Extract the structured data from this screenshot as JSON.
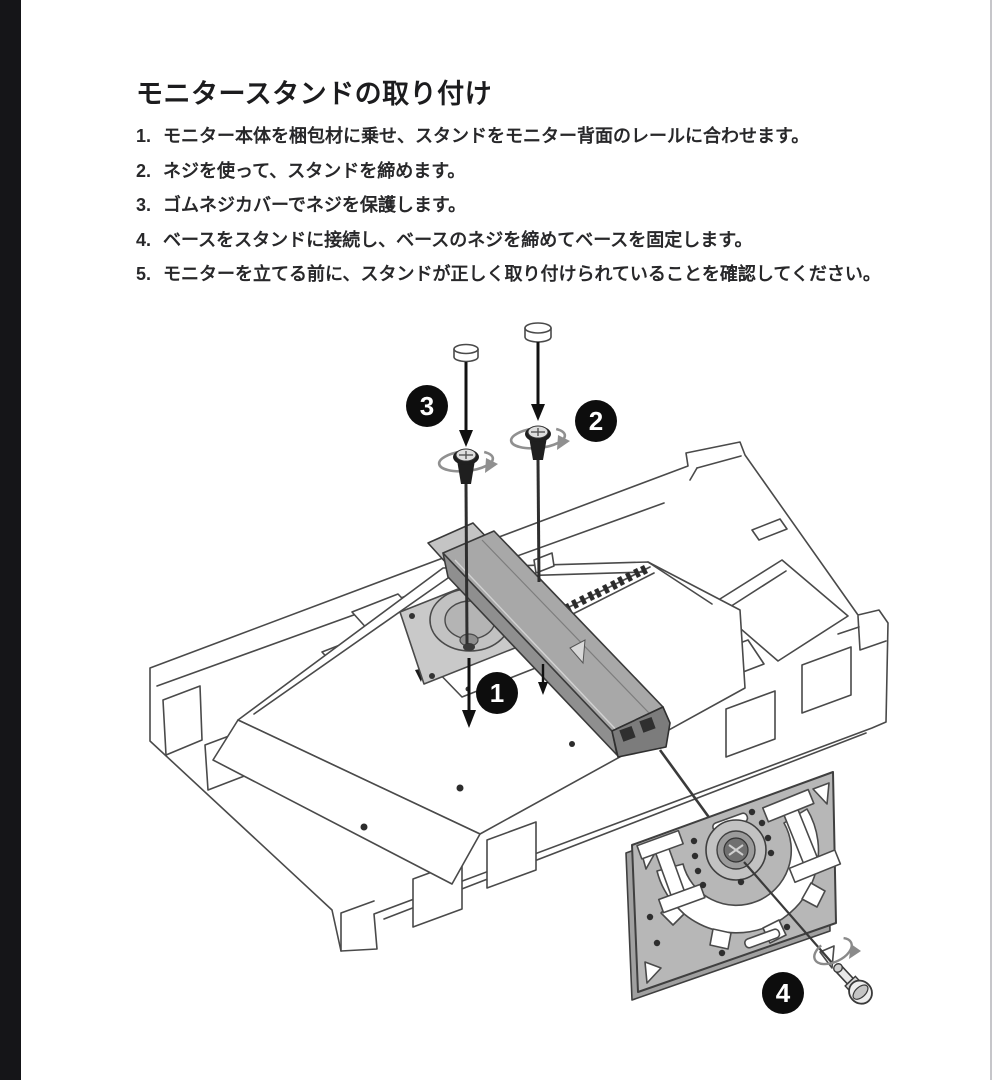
{
  "page": {
    "background": "#ffffff",
    "left_bar_color": "#151518",
    "right_edge_color": "#c6c6ca",
    "text_color": "#28282a"
  },
  "heading": {
    "title": "モニタースタンドの取り付け"
  },
  "steps": {
    "items": [
      {
        "num": "1.",
        "text": "モニター本体を梱包材に乗せ、スタンドをモニター背面のレールに合わせます。"
      },
      {
        "num": "2.",
        "text": "ネジを使って、スタンドを締めます。"
      },
      {
        "num": "3.",
        "text": "ゴムネジカバーでネジを保護します。"
      },
      {
        "num": "4.",
        "text": "ベースをスタンドに接続し、ベースのネジを締めてベースを固定します。"
      },
      {
        "num": "5.",
        "text": "モニターを立てる前に、スタンドが正しく取り付けられていることを確認してください。"
      }
    ]
  },
  "diagram": {
    "callouts": [
      {
        "label": "1"
      },
      {
        "label": "2"
      },
      {
        "label": "3"
      },
      {
        "label": "4"
      }
    ],
    "colors": {
      "line": "#4a4a4a",
      "callout_bg": "#0d0d0d",
      "stand_fill": "#a8a8a8",
      "stand_side_fill": "#8f8f8f",
      "mount_plate_fill": "#c9c9c9",
      "base_plate_fill": "#b7b7b7",
      "screw_fill": "#1f1f1f",
      "rotation_arrow": "#909090"
    }
  }
}
